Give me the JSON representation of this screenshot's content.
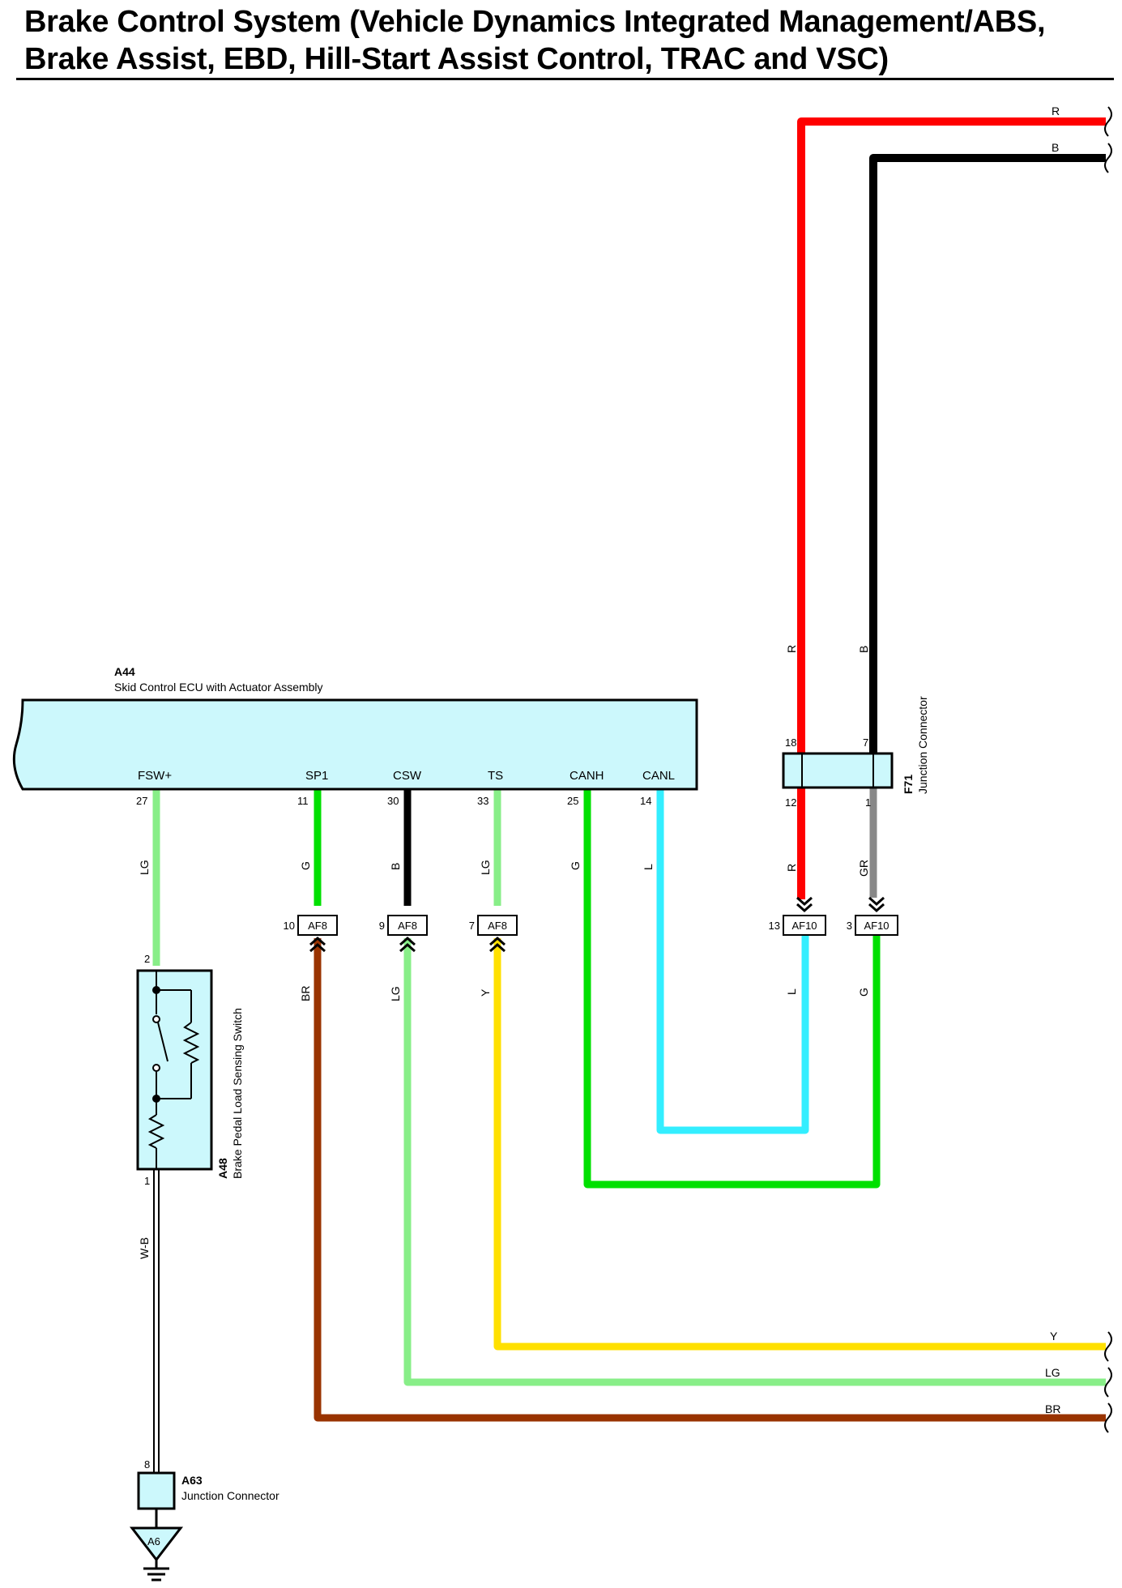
{
  "title_line1": "Brake Control System (Vehicle Dynamics Integrated Management/ABS,",
  "title_line2": "Brake Assist, EBD, Hill-Start Assist Control, TRAC and VSC)",
  "wire_colors": {
    "R": "#ff0000",
    "B": "#000000",
    "LG": "#88ee88",
    "G": "#00e000",
    "L": "#33eeff",
    "Y": "#ffe000",
    "BR": "#993300",
    "GR": "#888888",
    "W-B": "#000000"
  },
  "ecu": {
    "code": "A44",
    "name": "Skid Control ECU with Actuator Assembly",
    "fill": "#ccf8fc",
    "pins": [
      {
        "name": "FSW+",
        "number": "27",
        "wire": "LG"
      },
      {
        "name": "SP1",
        "number": "11",
        "wire": "G"
      },
      {
        "name": "CSW",
        "number": "30",
        "wire": "B"
      },
      {
        "name": "TS",
        "number": "33",
        "wire": "LG"
      },
      {
        "name": "CANH",
        "number": "25",
        "wire": "G"
      },
      {
        "name": "CANL",
        "number": "14",
        "wire": "L"
      }
    ]
  },
  "f71": {
    "code": "F71",
    "name": "Junction Connector",
    "pins_top": [
      "18",
      "7"
    ],
    "pins_bottom": [
      "12",
      "1"
    ],
    "wires_top": [
      "R",
      "B"
    ],
    "wires_bottom": [
      "R",
      "GR"
    ]
  },
  "inline_connectors": [
    {
      "label": "AF8",
      "pin": "10",
      "wire_below": "BR"
    },
    {
      "label": "AF8",
      "pin": "9",
      "wire_below": "LG"
    },
    {
      "label": "AF8",
      "pin": "7",
      "wire_below": "Y"
    },
    {
      "label": "AF10",
      "pin": "13",
      "wire_below": "L"
    },
    {
      "label": "AF10",
      "pin": "3",
      "wire_below": "G"
    }
  ],
  "a48": {
    "code": "A48",
    "name": "Brake Pedal Load Sensing Switch",
    "pin_top": "2",
    "pin_bottom": "1",
    "wire_below": "W-B"
  },
  "a63": {
    "code": "A63",
    "name": "Junction Connector",
    "pin": "8",
    "ground": "A6"
  },
  "right_edge_wires": {
    "top": [
      "R",
      "B"
    ],
    "bottom": [
      "Y",
      "LG",
      "BR"
    ]
  }
}
